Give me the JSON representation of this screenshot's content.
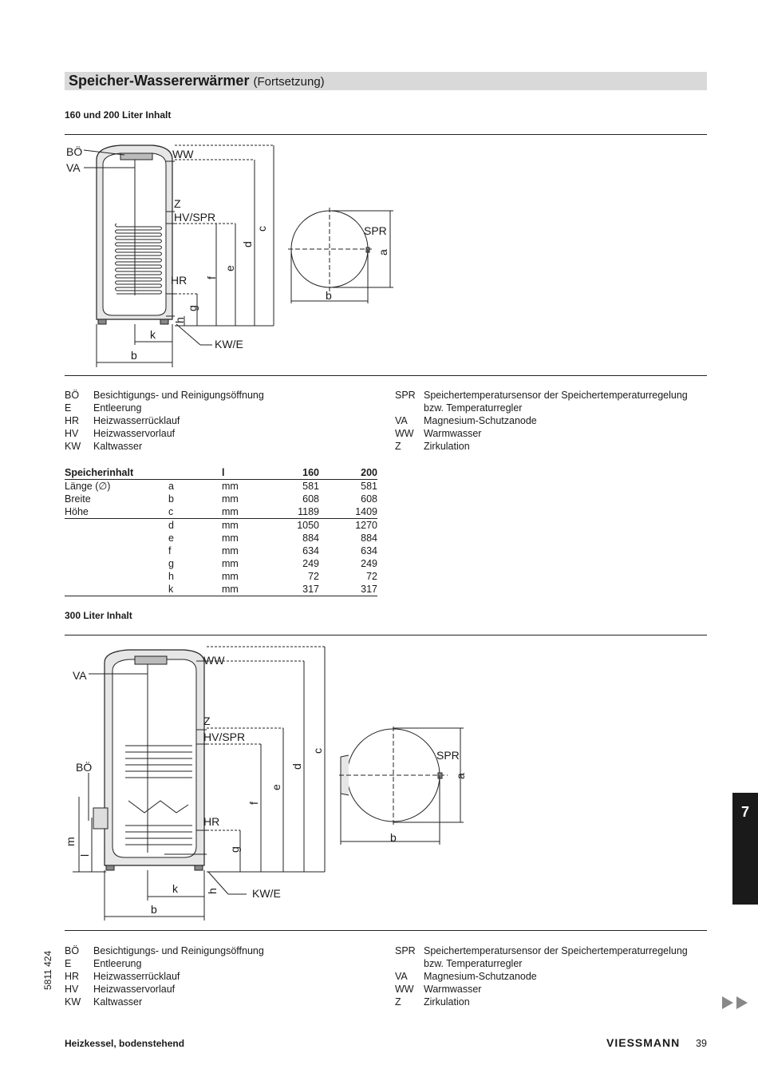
{
  "header": {
    "title": "Speicher-Wassererwärmer",
    "title_suffix": "(Fortsetzung)"
  },
  "section1": {
    "heading": "160 und 200 Liter Inhalt",
    "drawing_labels": {
      "bo": "BÖ",
      "va": "VA",
      "ww": "WW",
      "z": "Z",
      "hv_spr": "HV/SPR",
      "hr": "HR",
      "kw_e": "KW/E",
      "k": "k",
      "b": "b",
      "c": "c",
      "d": "d",
      "e": "e",
      "f": "f",
      "g": "g",
      "h": "h",
      "spr": "SPR",
      "a": "a",
      "b_top": "b"
    },
    "legend_left": [
      {
        "code": "BÖ",
        "desc": "Besichtigungs- und Reinigungsöffnung"
      },
      {
        "code": "E",
        "desc": "Entleerung"
      },
      {
        "code": "HR",
        "desc": "Heizwasserrücklauf"
      },
      {
        "code": "HV",
        "desc": "Heizwasservorlauf"
      },
      {
        "code": "KW",
        "desc": "Kaltwasser"
      }
    ],
    "legend_right": [
      {
        "code": "SPR",
        "desc": "Speichertemperatursensor der Speichertemperaturregelung bzw. Temperaturregler"
      },
      {
        "code": "VA",
        "desc": "Magnesium-Schutzanode"
      },
      {
        "code": "WW",
        "desc": "Warmwasser"
      },
      {
        "code": "Z",
        "desc": "Zirkulation"
      }
    ]
  },
  "table": {
    "header": [
      "Speicherinhalt",
      "",
      "l",
      "160",
      "200"
    ],
    "rows": [
      [
        "Länge (∅)",
        "a",
        "mm",
        "581",
        "581"
      ],
      [
        "Breite",
        "b",
        "mm",
        "608",
        "608"
      ],
      [
        "Höhe",
        "c",
        "mm",
        "1189",
        "1409"
      ],
      [
        "",
        "d",
        "mm",
        "1050",
        "1270"
      ],
      [
        "",
        "e",
        "mm",
        "884",
        "884"
      ],
      [
        "",
        "f",
        "mm",
        "634",
        "634"
      ],
      [
        "",
        "g",
        "mm",
        "249",
        "249"
      ],
      [
        "",
        "h",
        "mm",
        "72",
        "72"
      ],
      [
        "",
        "k",
        "mm",
        "317",
        "317"
      ]
    ]
  },
  "section2": {
    "heading": "300 Liter Inhalt",
    "drawing_labels": {
      "va": "VA",
      "ww": "WW",
      "z": "Z",
      "hv_spr": "HV/SPR",
      "bo": "BÖ",
      "hr": "HR",
      "m": "m",
      "l": "l",
      "k": "k",
      "b": "b",
      "h": "h",
      "kw_e": "KW/E",
      "c": "c",
      "d": "d",
      "e": "e",
      "f": "f",
      "g": "g",
      "spr": "SPR",
      "a": "a",
      "b_top": "b"
    },
    "legend_left": [
      {
        "code": "BÖ",
        "desc": "Besichtigungs- und Reinigungsöffnung"
      },
      {
        "code": "E",
        "desc": "Entleerung"
      },
      {
        "code": "HR",
        "desc": "Heizwasserrücklauf"
      },
      {
        "code": "HV",
        "desc": "Heizwasservorlauf"
      },
      {
        "code": "KW",
        "desc": "Kaltwasser"
      }
    ],
    "legend_right": [
      {
        "code": "SPR",
        "desc": "Speichertemperatursensor der Speichertemperaturregelung bzw. Temperaturregler"
      },
      {
        "code": "VA",
        "desc": "Magnesium-Schutzanode"
      },
      {
        "code": "WW",
        "desc": "Warmwasser"
      },
      {
        "code": "Z",
        "desc": "Zirkulation"
      }
    ]
  },
  "side_tab": "7",
  "footer": {
    "doc_number": "5811 424",
    "left_text": "Heizkessel, bodenstehend",
    "brand": "VIESSMANN",
    "page": "39",
    "next_icon": "double-arrow-right-icon"
  }
}
